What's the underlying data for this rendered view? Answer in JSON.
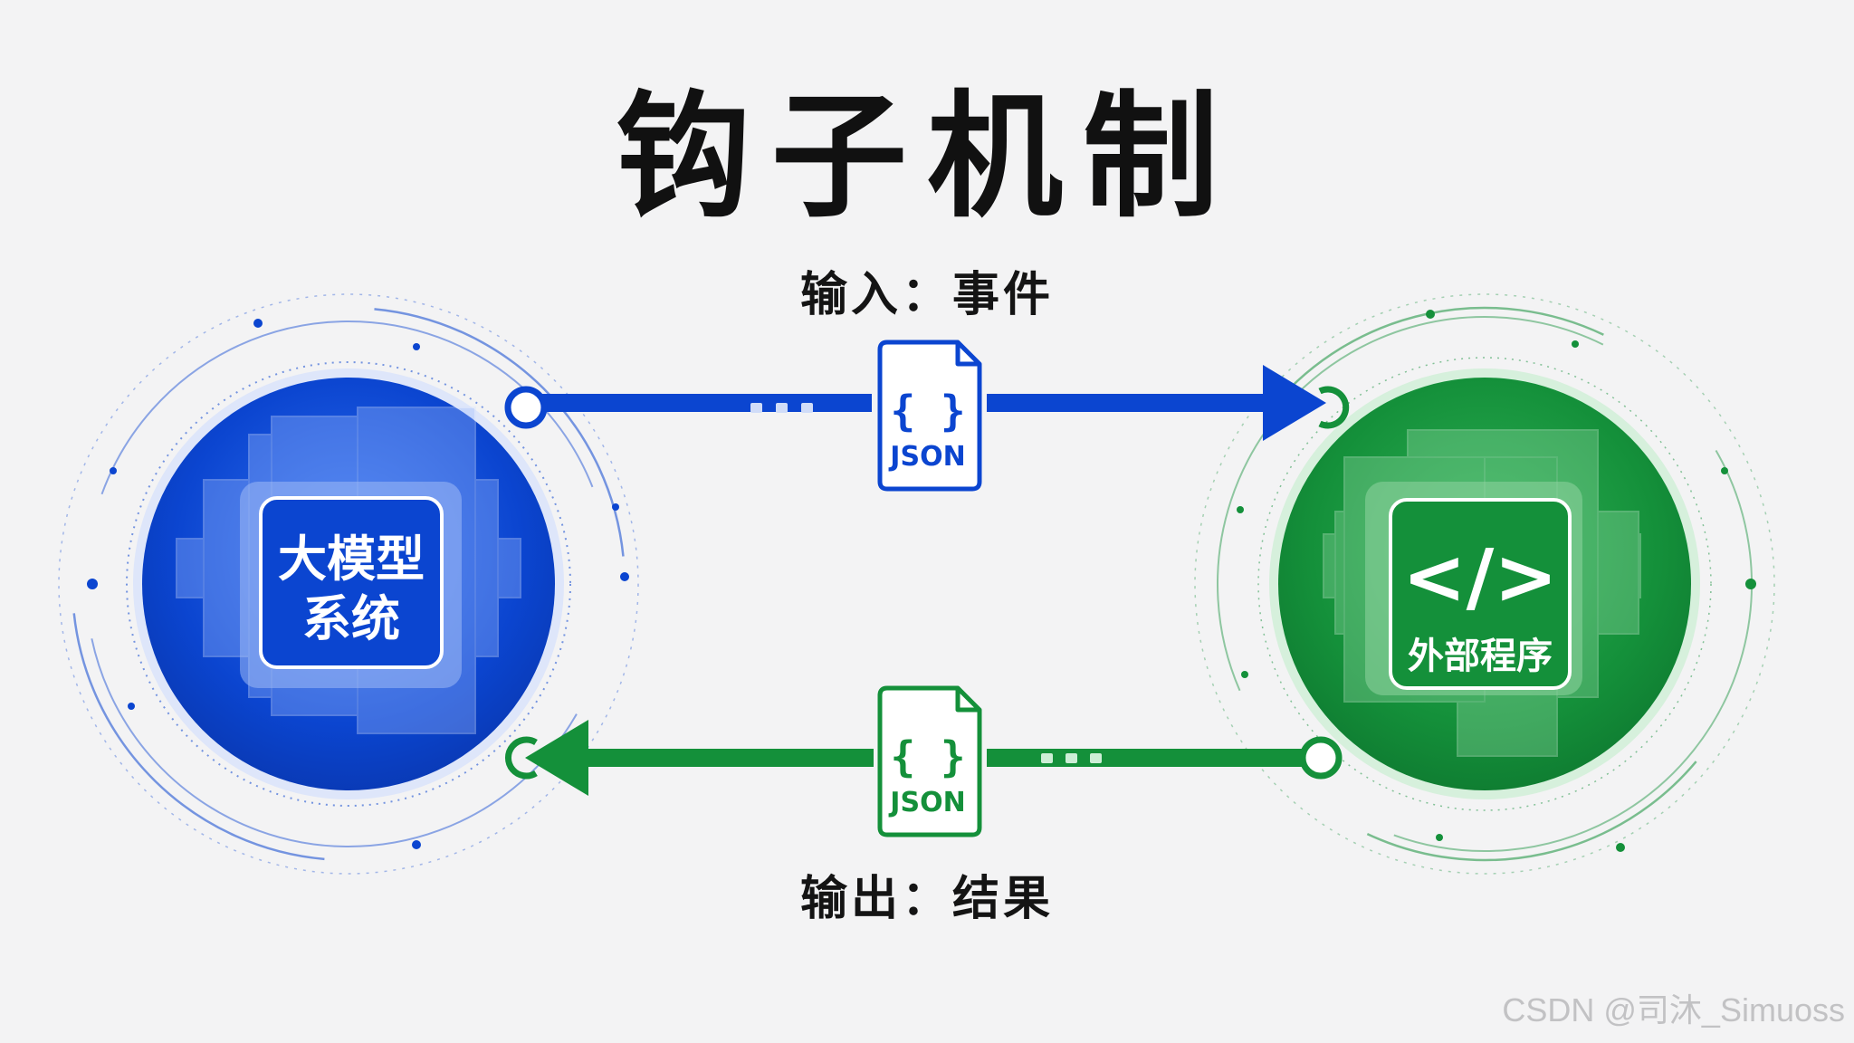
{
  "title": "钩子机制",
  "input_label": "输入：事件",
  "output_label": "输出：结果",
  "left_node": {
    "line1": "大模型",
    "line2": "系统"
  },
  "right_node": {
    "symbol": "</>",
    "label": "外部程序"
  },
  "top_doc": {
    "braces": "{ }",
    "label": "JSON"
  },
  "bottom_doc": {
    "braces": "{ }",
    "label": "JSON"
  },
  "watermark": "CSDN @司沐_Simuoss",
  "colors": {
    "blue": "#0b45d0",
    "green": "#14903a",
    "background": "#f3f3f4"
  }
}
